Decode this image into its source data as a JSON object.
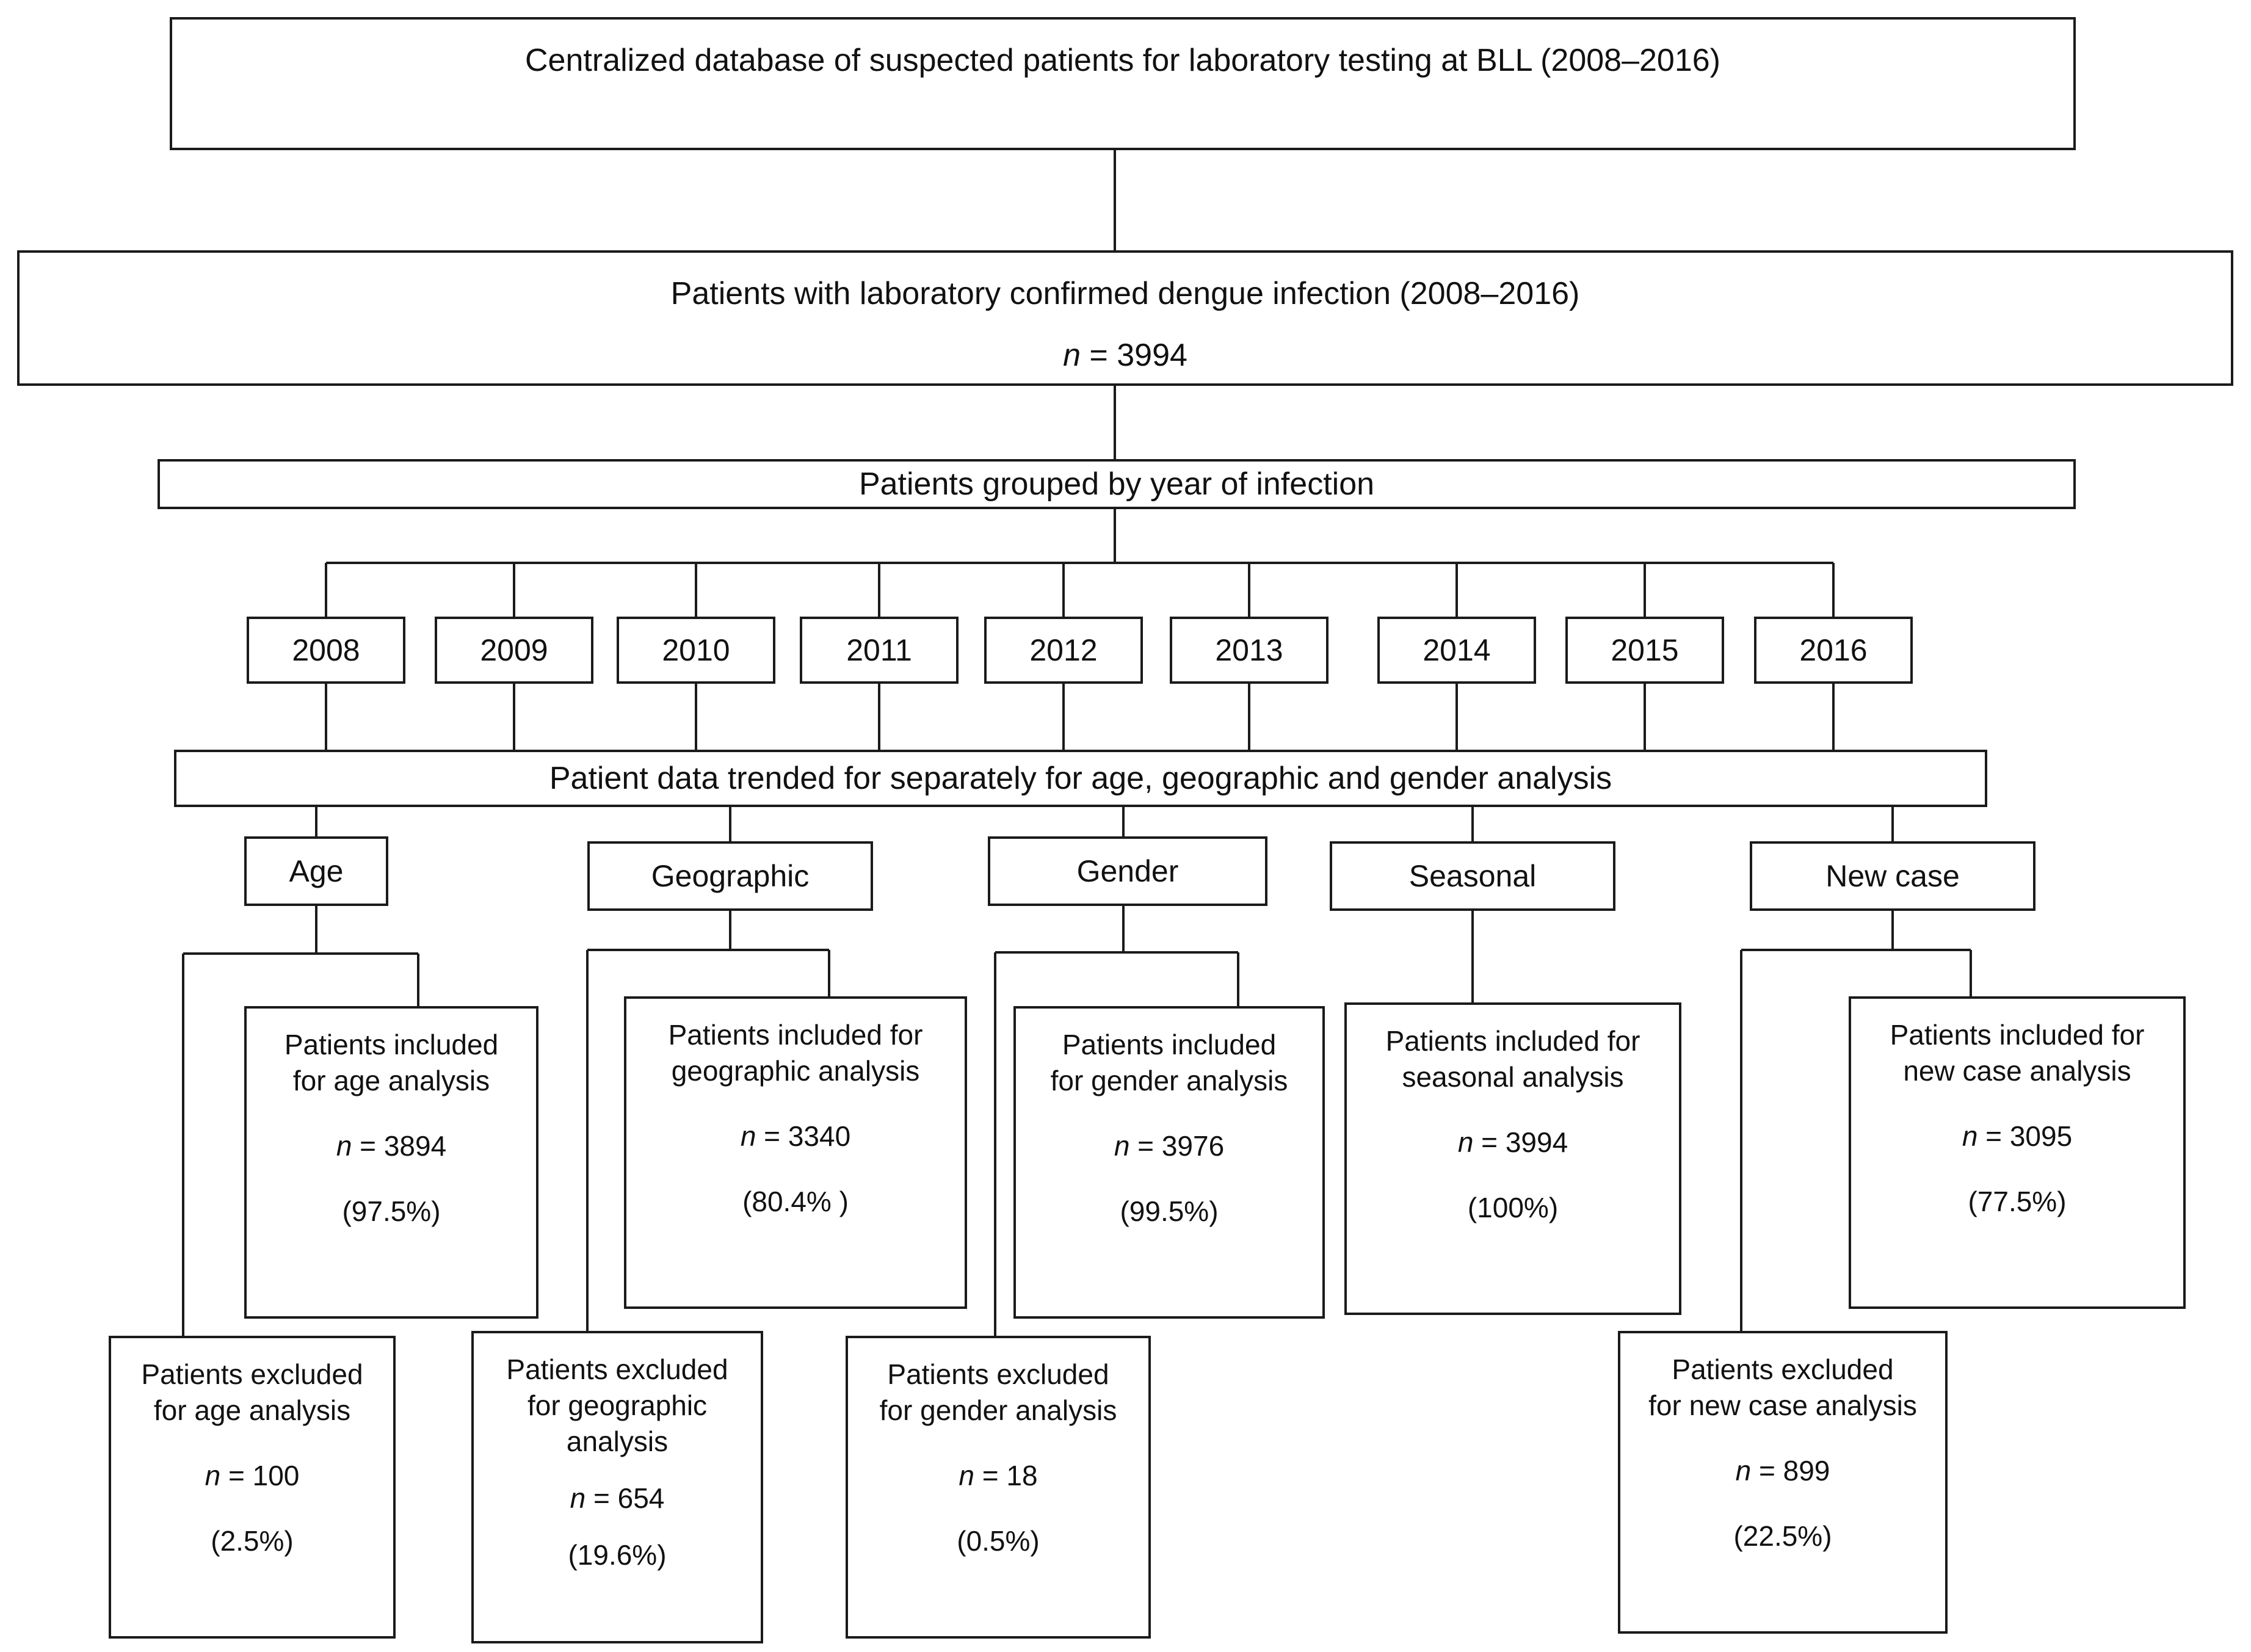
{
  "figure": {
    "type": "flow-diagram",
    "title": "Study patient selection flow diagram"
  },
  "level1": {
    "text": "Centralized database of suspected patients for laboratory testing at BLL (2008–2016)"
  },
  "level2": {
    "text": "Patients with laboratory confirmed dengue infection (2008–2016)",
    "n_prefix": "n",
    "n_value": " = 3994"
  },
  "level3": {
    "text": "Patients grouped by year of infection"
  },
  "years": [
    {
      "label": "2008"
    },
    {
      "label": "2009"
    },
    {
      "label": "2010"
    },
    {
      "label": "2011"
    },
    {
      "label": "2012"
    },
    {
      "label": "2013"
    },
    {
      "label": "2014"
    },
    {
      "label": "2015"
    },
    {
      "label": "2016"
    }
  ],
  "level5": {
    "text": "Patient data trended for separately for age, geographic and gender analysis"
  },
  "categories": [
    {
      "label": "Age"
    },
    {
      "label": "Geographic"
    },
    {
      "label": "Gender"
    },
    {
      "label": "Seasonal"
    },
    {
      "label": "New case"
    }
  ],
  "included": [
    {
      "line1": "Patients included",
      "line2": "for age analysis",
      "n_prefix": "n",
      "n_value": " = 3894",
      "pct": "(97.5%)"
    },
    {
      "line1": "Patients included for",
      "line2": "geographic analysis",
      "n_prefix": "n",
      "n_value": " = 3340",
      "pct": "(80.4% )"
    },
    {
      "line1": "Patients included",
      "line2": "for gender analysis",
      "n_prefix": "n",
      "n_value": " = 3976",
      "pct": "(99.5%)"
    },
    {
      "line1": "Patients included for",
      "line2": "seasonal analysis",
      "n_prefix": "n",
      "n_value": " = 3994",
      "pct": "(100%)"
    },
    {
      "line1": "Patients included for",
      "line2": "new case analysis",
      "n_prefix": "n",
      "n_value": " = 3095",
      "pct": "(77.5%)"
    }
  ],
  "excluded": [
    {
      "line1": "Patients excluded",
      "line2": "for age analysis",
      "line3": "",
      "n_prefix": "n",
      "n_value": " = 100",
      "pct": "(2.5%)"
    },
    {
      "line1": "Patients excluded",
      "line2": "for geographic",
      "line3": "analysis",
      "n_prefix": "n",
      "n_value": " = 654",
      "pct": "(19.6%)"
    },
    {
      "line1": "Patients excluded",
      "line2": "for gender analysis",
      "line3": "",
      "n_prefix": "n",
      "n_value": " = 18",
      "pct": "(0.5%)"
    },
    {
      "line1": "Patients excluded",
      "line2": "for new case analysis",
      "line3": "",
      "n_prefix": "n",
      "n_value": " = 899",
      "pct": "(22.5%)"
    }
  ],
  "colors": {
    "stroke": "#1b1b1b",
    "background": "#ffffff",
    "text": "#111111"
  }
}
